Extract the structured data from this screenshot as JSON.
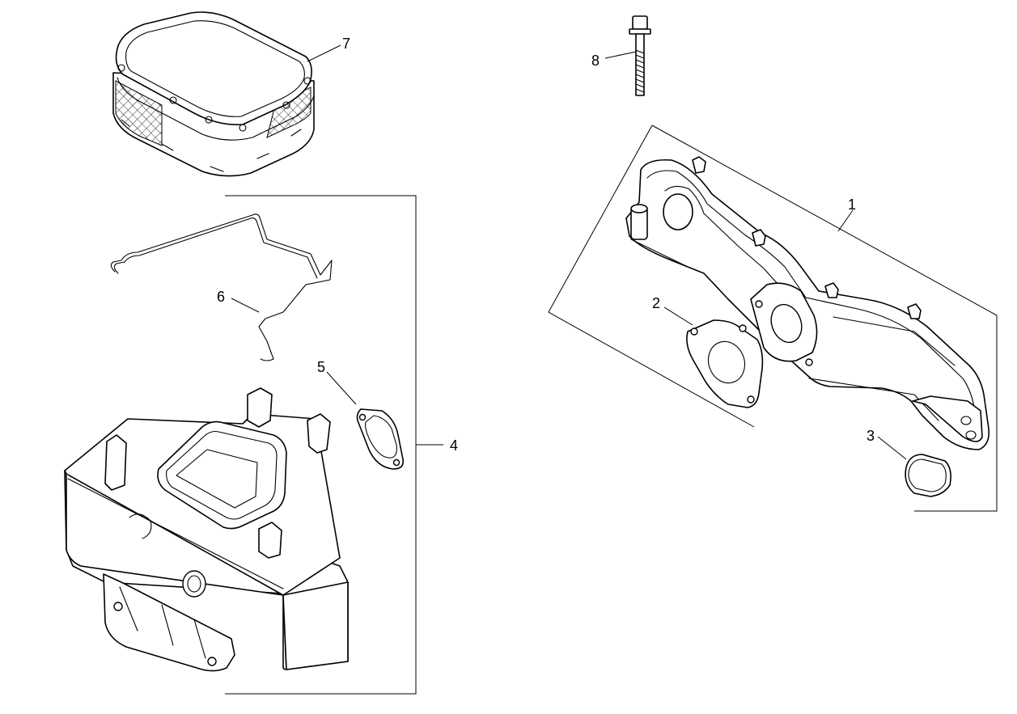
{
  "diagram": {
    "callouts": {
      "c1": "1",
      "c2": "2",
      "c3": "3",
      "c4": "4",
      "c5": "5",
      "c6": "6",
      "c7": "7",
      "c8": "8"
    }
  }
}
